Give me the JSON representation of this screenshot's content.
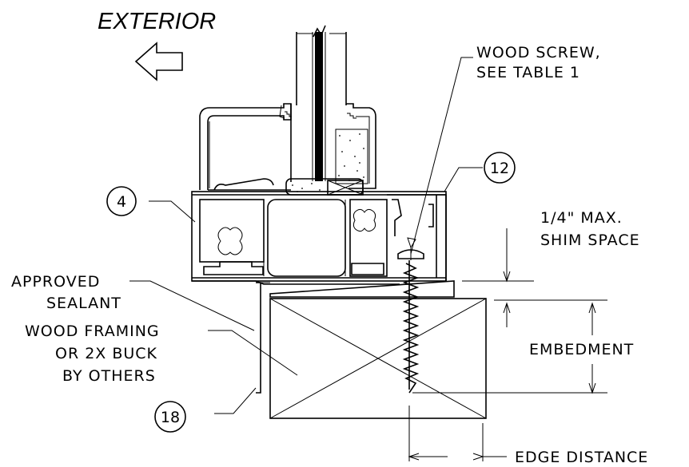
{
  "title": "EXTERIOR",
  "labels": {
    "wood_screw_line1": "WOOD SCREW,",
    "wood_screw_line2": "SEE TABLE 1",
    "shim_line1": "1/4\" MAX.",
    "shim_line2": "SHIM SPACE",
    "sealant_line1": "APPROVED",
    "sealant_line2": "SEALANT",
    "framing_line1": "WOOD FRAMING",
    "framing_line2": "OR 2X BUCK",
    "framing_line3": "BY OTHERS",
    "embedment": "EMBEDMENT",
    "edge_distance": "EDGE DISTANCE"
  },
  "callouts": {
    "c4": "4",
    "c12": "12",
    "c18": "18"
  },
  "icons": {
    "direction_arrow": "left-arrow-icon"
  },
  "colors": {
    "line": "#000000",
    "background": "#ffffff"
  }
}
